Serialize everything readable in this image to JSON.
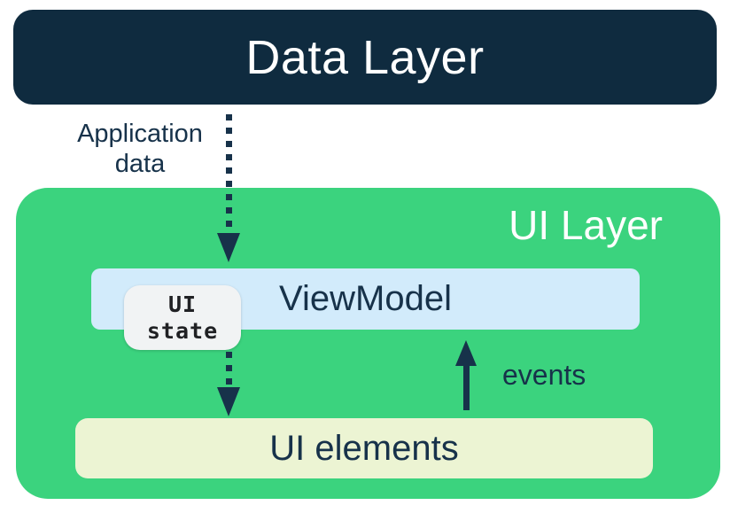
{
  "diagram": {
    "data_layer": {
      "label": "Data Layer"
    },
    "application_data_label": {
      "lines": [
        "Application",
        "data"
      ]
    },
    "ui_layer": {
      "label": "UI Layer"
    },
    "viewmodel": {
      "label": "ViewModel"
    },
    "ui_state_chip": {
      "lines": [
        "UI",
        "state"
      ]
    },
    "events_label": "events",
    "ui_elements": {
      "label": "UI elements"
    },
    "colors": {
      "data_layer_bg": "#0F2B3F",
      "ui_layer_bg": "#3BD37E",
      "viewmodel_bg": "#D2EBFB",
      "ui_elements_bg": "#ECF4D3",
      "ui_state_chip_bg": "#F1F3F4",
      "arrow_and_text": "#17324A",
      "layer_label_text": "#FFFFFF",
      "chip_text": "#202124",
      "page_background": "#FFFFFF"
    }
  }
}
